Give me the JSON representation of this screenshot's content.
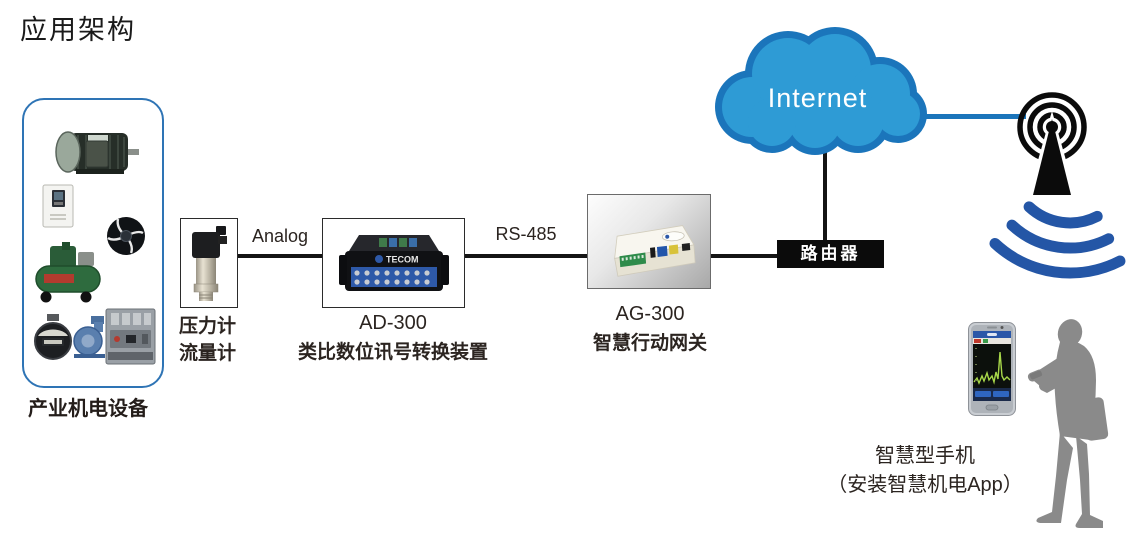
{
  "title": "应用架构",
  "equipment_group": {
    "label": "产业机电设备",
    "items": [
      "motor",
      "inverter",
      "fan",
      "air-compressor",
      "flow-meter",
      "pump",
      "circuit-breaker"
    ]
  },
  "sensor": {
    "label_line1": "压力计",
    "label_line2": "流量计"
  },
  "links": {
    "analog": "Analog",
    "rs485": "RS-485"
  },
  "ad300": {
    "name": "AD-300",
    "desc": "类比数位讯号转换装置",
    "brand": "TECOM"
  },
  "ag300": {
    "name": "AG-300",
    "desc": "智慧行动网关"
  },
  "router": {
    "label": "路由器"
  },
  "cloud": {
    "label": "Internet"
  },
  "phone_caption": {
    "line1": "智慧型手机",
    "line2": "（安装智慧机电App）"
  },
  "icons": [
    "internet-cloud-icon",
    "router-icon",
    "antenna-icon",
    "wifi-signal-icon",
    "smartphone-icon",
    "person-icon",
    "pressure-sensor-icon",
    "ad300-device-icon",
    "ag300-device-icon",
    "motor-icon",
    "inverter-icon",
    "fan-icon",
    "air-compressor-icon",
    "flow-meter-icon",
    "pump-icon",
    "circuit-breaker-icon"
  ],
  "colors": {
    "cloud_fill": "#2e9bd5",
    "cloud_outline": "#1b75bb",
    "blue_link_line": "#1b75bb",
    "wifi_blue": "#2456a6",
    "equipment_border_blue": "#2e74b5",
    "router_black": "#0b0b0b",
    "person_gray": "#8a8a8a",
    "line_black": "#141414"
  }
}
